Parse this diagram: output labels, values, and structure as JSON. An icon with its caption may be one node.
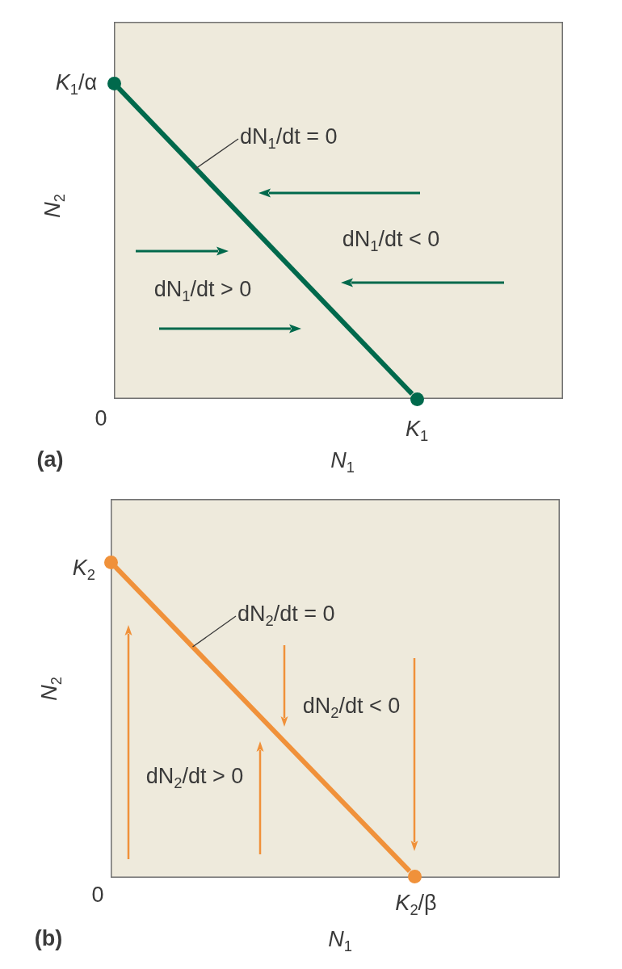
{
  "diagram": {
    "nodes": [
      {
        "text": [
          "dN$_{1}$/dt < 0",
          "dN$_{1}$/dt > 0"
        ]
      },
      {
        "text": [],
        "shape": "circle",
        "beside": [
          "*K*$_{1}$/α"
        ]
      },
      {
        "text": [
          "dN$_{1}$/dt = 0"
        ],
        "in": 0
      },
      {
        "text": [],
        "shape": "circle",
        "beside": [
          "*K*$_{1}$"
        ]
      },
      {
        "text": [
          "dN$_{2}$/dt < 0",
          "dN$_{2}$/dt > 0"
        ]
      },
      {
        "text": [],
        "shape": "circle",
        "beside": [
          "*K*$_{2}$"
        ]
      },
      {
        "text": [
          "dN$_{2}$/dt = 0"
        ],
        "in": 4
      },
      {
        "text": [],
        "shape": "circle",
        "beside": [
          "*K*$_{2}$/β"
        ]
      }
    ],
    "edges": [
      {
        "from": 1,
        "to": 3,
        "arrow": "none",
        "style": "thick",
        "color": "#00694c"
      },
      {
        "from": 2,
        "to": null,
        "arrow": "none"
      },
      {
        "from": 5,
        "to": 7,
        "arrow": "none",
        "style": "thick",
        "color": "#f0913a"
      },
      {
        "from": 6,
        "to": null,
        "arrow": "none"
      }
    ],
    "labels": [
      "*N*$_{2}$",
      "0",
      "(a)",
      "*N*$_{1}$",
      "*N*$_{2}$",
      "0",
      "(b)",
      "*N*$_{1}$"
    ]
  }
}
